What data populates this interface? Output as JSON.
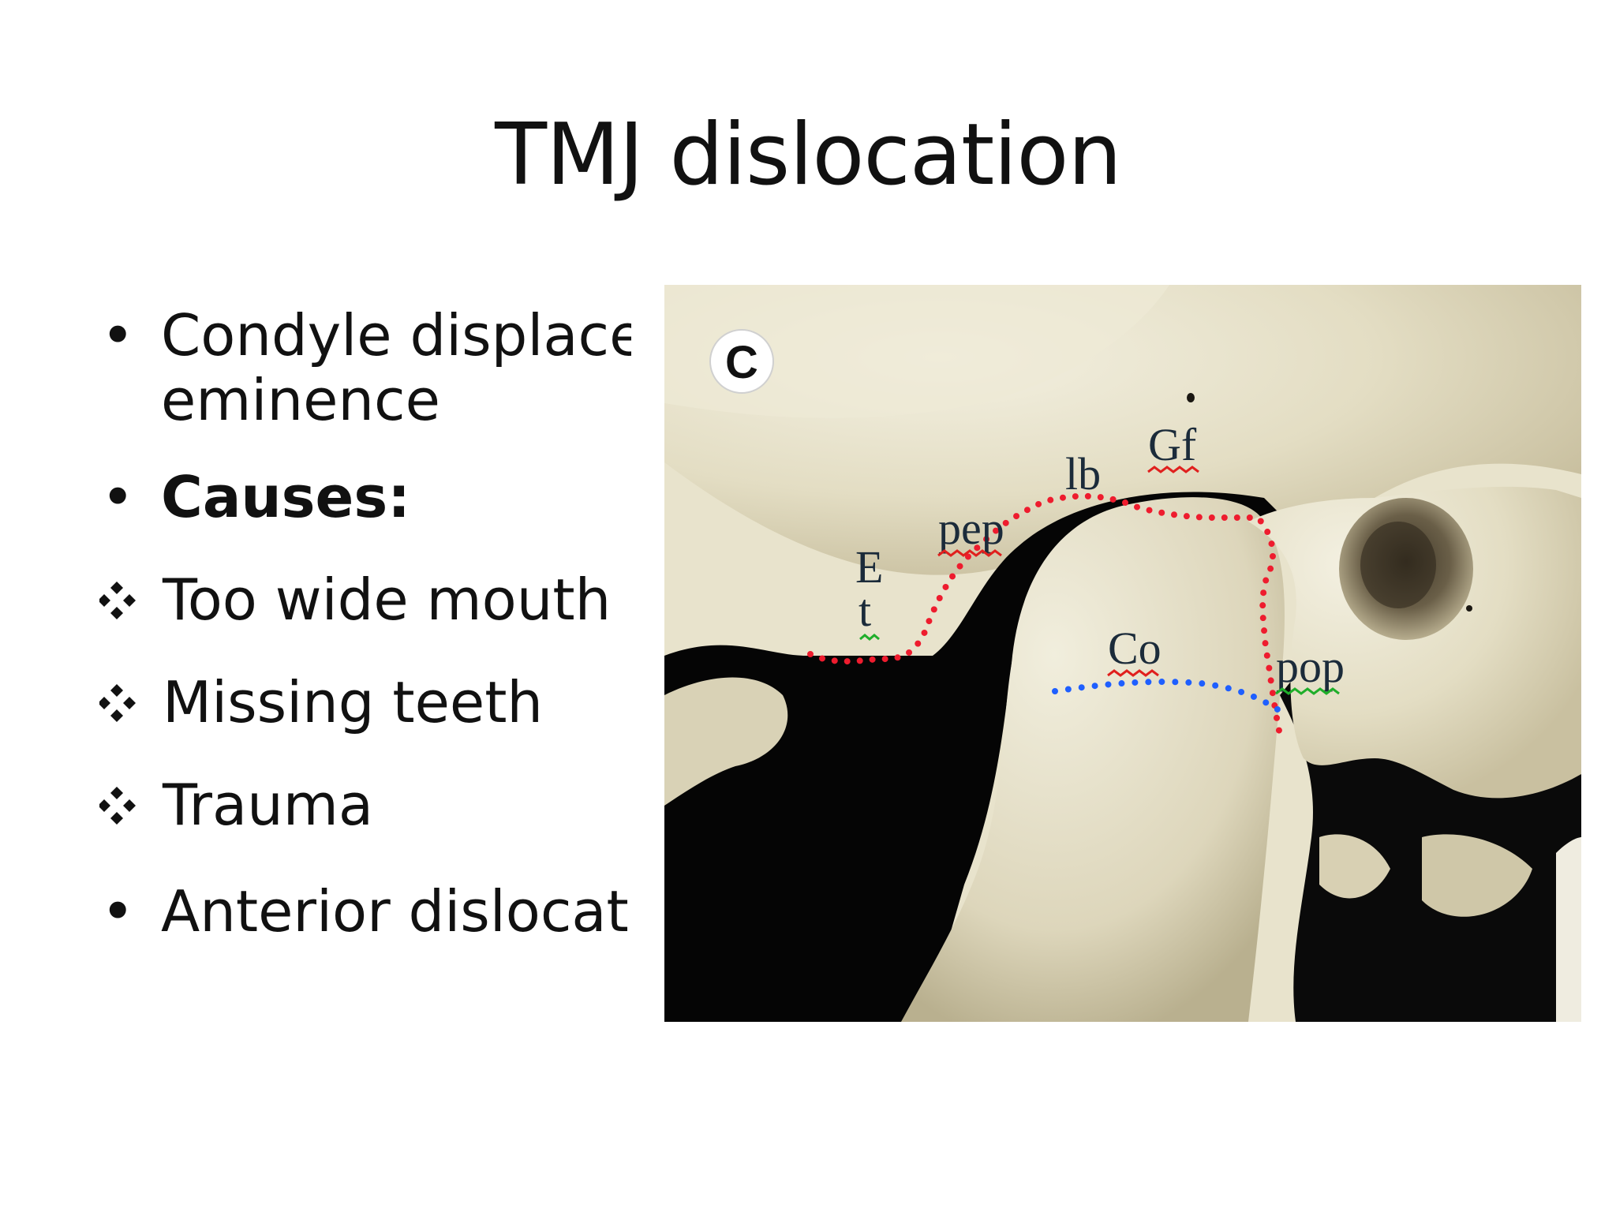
{
  "slide": {
    "title": "TMJ dislocation",
    "bullets": [
      {
        "marker": "•",
        "text": "Condyle displace",
        "continuation": "eminence"
      },
      {
        "marker": "•",
        "text": "Causes:"
      },
      {
        "marker": "diamond",
        "text": "Too wide mouth"
      },
      {
        "marker": "diamond",
        "text": "Missing teeth"
      },
      {
        "marker": "diamond",
        "text": "Trauma"
      },
      {
        "marker": "•",
        "text": "Anterior dislocat"
      }
    ]
  },
  "figure": {
    "panel_letter": "C",
    "labels": {
      "e": "E",
      "t": "t",
      "pep": "pep",
      "lb": "lb",
      "gf": "Gf",
      "co": "Co",
      "pop": "pop"
    },
    "colors": {
      "outline_dots": "#ee1c2e",
      "condyle_dots": "#1f5fff",
      "label_underline_red": "#e0201e",
      "label_underline_green": "#1fae2a"
    }
  }
}
